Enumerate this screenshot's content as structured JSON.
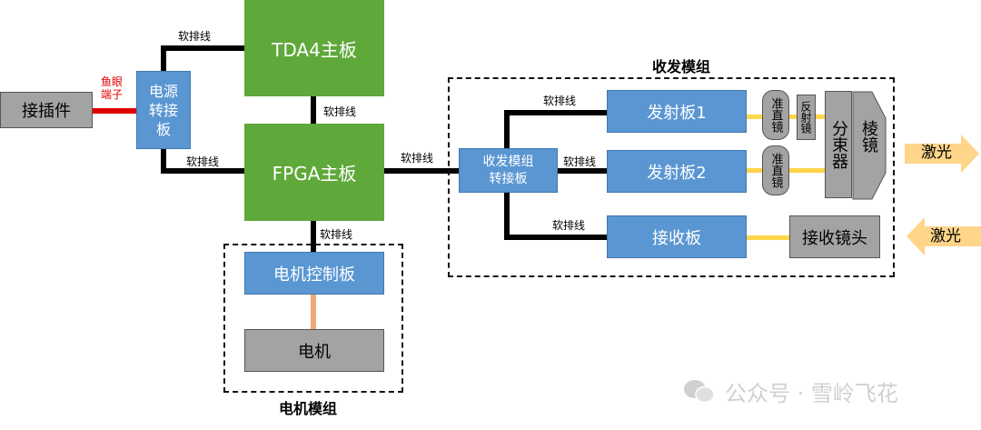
{
  "nodes": {
    "connector": "接插件",
    "eye_terminal": "鱼眼\n端子",
    "power_adapter": "电源\n转接\n板",
    "tda4": "TDA4主板",
    "fpga": "FPGA主板",
    "transceiver_adapter": "收发模组\n转接板",
    "tx1": "发射板1",
    "tx2": "发射板2",
    "rx": "接收板",
    "collimator1": "准直镜",
    "reflector": "反射镜",
    "collimator2": "准直镜",
    "splitter": "分束器",
    "prism": "棱镜",
    "rx_lens": "接收镜头",
    "motor_ctrl": "电机控制板",
    "motor": "电机",
    "laser_out": "激光",
    "laser_in": "激光"
  },
  "flex_cable": "软排线",
  "groups": {
    "transceiver": "收发模组",
    "motor": "电机模组"
  },
  "watermark": {
    "text": "公众号 · 雪岭飞花"
  },
  "colors": {
    "green_board": "#5fa83a",
    "blue_board": "#5a96d2",
    "gray_part": "#a3a3a3",
    "laser_arrow": "#ffd58a",
    "beam": "#ffd54a",
    "eye_terminal_wire": "#e00000",
    "motor_link": "#f0a878"
  }
}
